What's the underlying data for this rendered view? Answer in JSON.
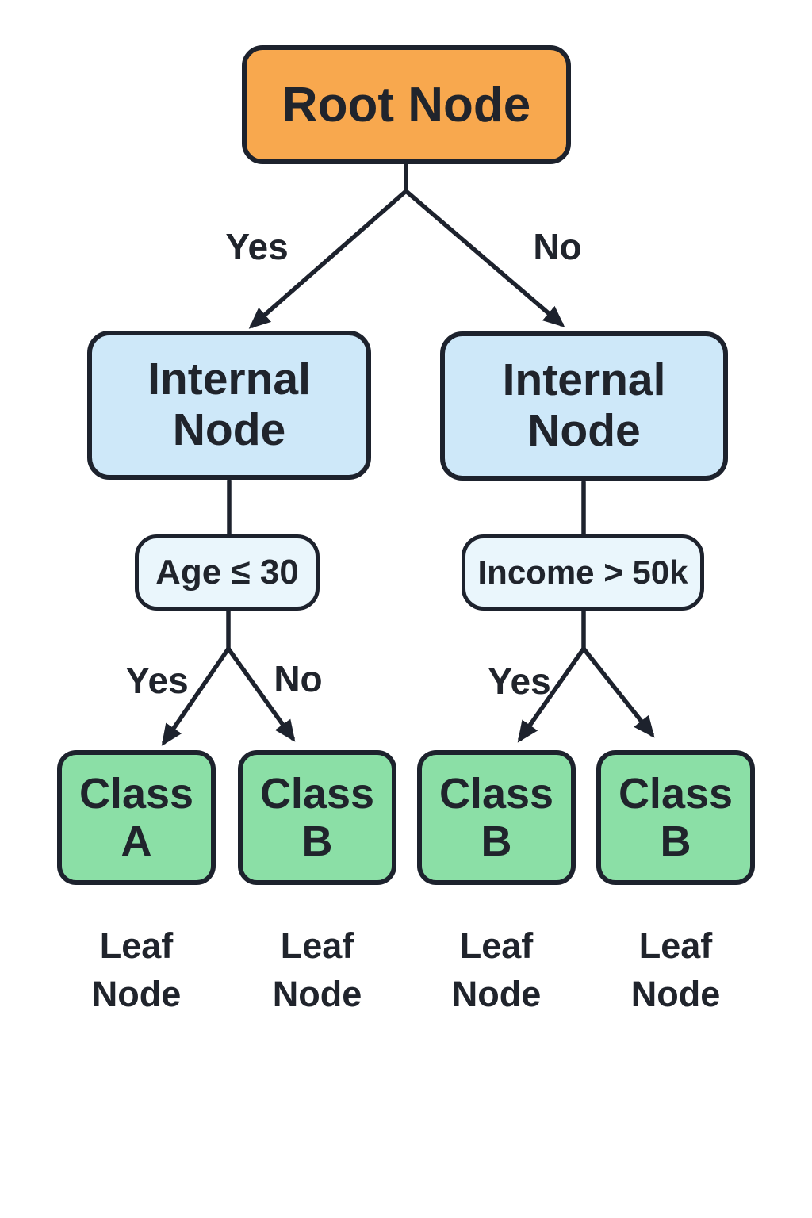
{
  "diagram": {
    "type": "decision-tree",
    "nodes": {
      "root": {
        "id": "root",
        "label": "Root Node",
        "role": "root"
      },
      "internal_left": {
        "id": "internal_left",
        "label": "Internal\nNode",
        "role": "internal"
      },
      "internal_right": {
        "id": "internal_right",
        "label": "Internal\nNode",
        "role": "internal"
      },
      "condition_left": {
        "id": "condition_left",
        "label": "Age ≤ 30",
        "role": "condition"
      },
      "condition_right": {
        "id": "condition_right",
        "label": "Income > 50k",
        "role": "condition"
      },
      "leaves": [
        {
          "id": "leaf_0",
          "label": "Class\nA",
          "caption": "Leaf\nNode",
          "role": "leaf"
        },
        {
          "id": "leaf_1",
          "label": "Class\nB",
          "caption": "Leaf\nNode",
          "role": "leaf"
        },
        {
          "id": "leaf_2",
          "label": "Class\nB",
          "caption": "Leaf\nNode",
          "role": "leaf"
        },
        {
          "id": "leaf_3",
          "label": "Class\nB",
          "caption": "Leaf\nNode",
          "role": "leaf"
        }
      ]
    },
    "edges": [
      {
        "from": "root",
        "to": "internal_left",
        "label": "Yes"
      },
      {
        "from": "root",
        "to": "internal_right",
        "label": "No"
      },
      {
        "from": "internal_left",
        "to": "condition_left",
        "label": ""
      },
      {
        "from": "condition_left",
        "to": "leaf_0",
        "label": "Yes"
      },
      {
        "from": "condition_left",
        "to": "leaf_1",
        "label": "No"
      },
      {
        "from": "internal_right",
        "to": "condition_right",
        "label": ""
      },
      {
        "from": "condition_right",
        "to": "leaf_2",
        "label": "Yes"
      },
      {
        "from": "condition_right",
        "to": "leaf_3",
        "label": ""
      }
    ]
  },
  "colors": {
    "background": "#FFFFFF",
    "outline": "#1D222D",
    "text": "#20242C",
    "root_fill": "#F8A84E",
    "internal_fill": "#CEE8F9",
    "condition_fill": "#EAF6FC",
    "leaf_fill": "#8BDFA6"
  }
}
